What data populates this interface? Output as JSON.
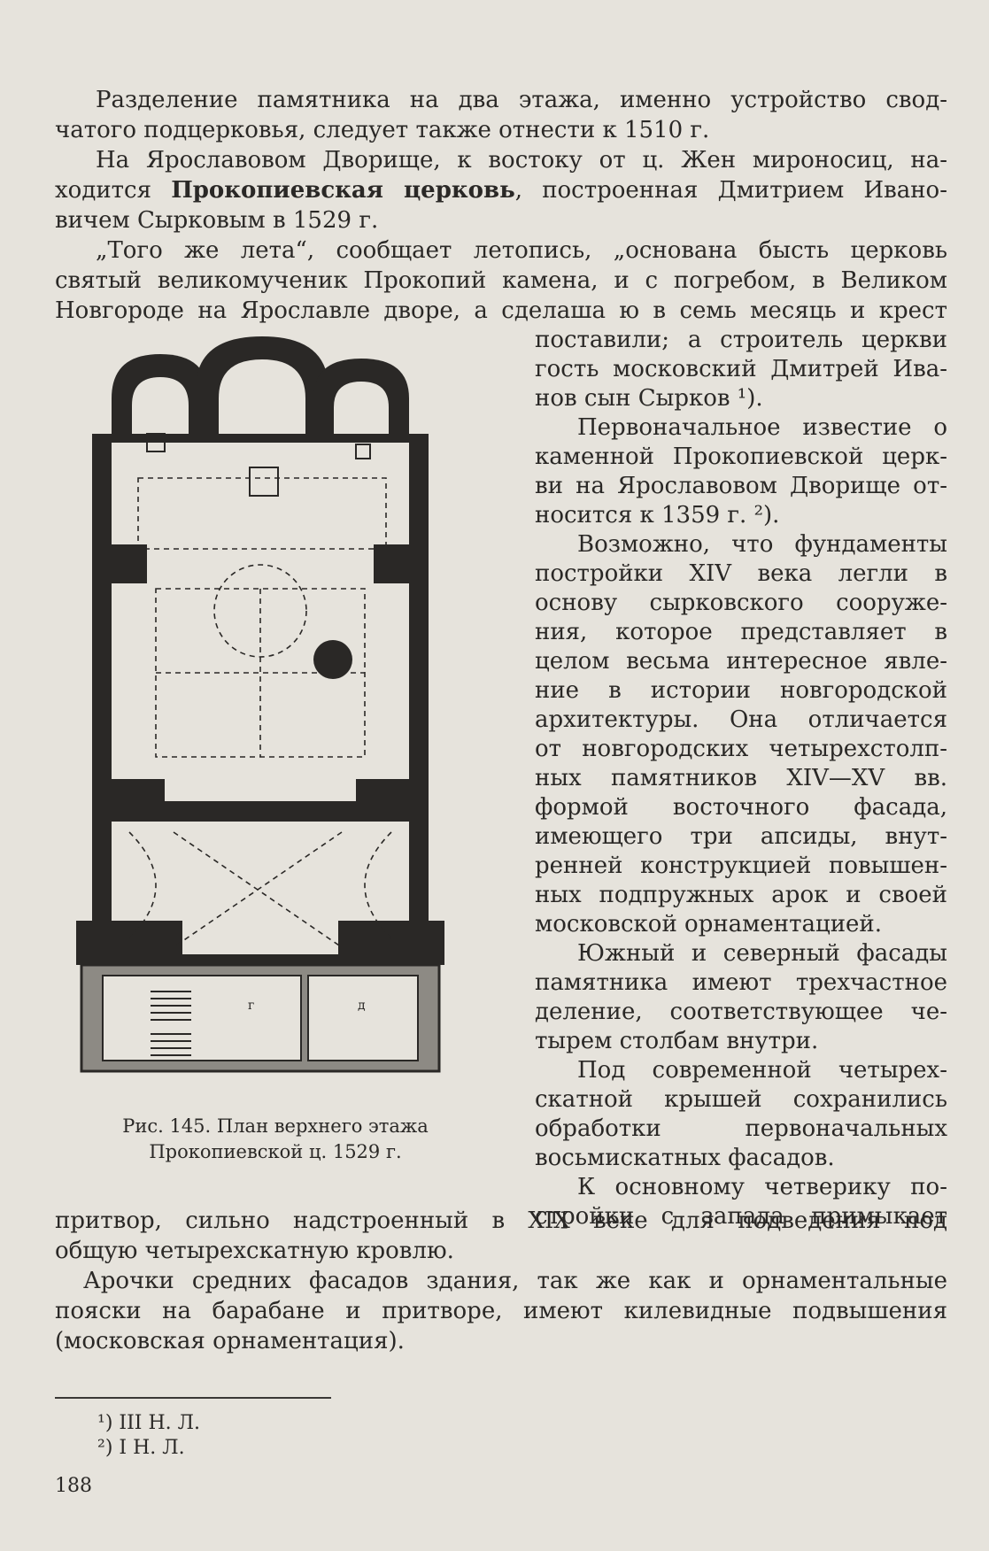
{
  "text_top": [
    "Разделение памятника на два этажа, именно устройство свод-",
    "чатого подцерковья, следует также отнести к 1510 г.",
    "На Ярославовом Дворище, к востоку от ц. Жен мироносиц, на-",
    "ходится ",
    "Прокопиевская церковь",
    ", построенная Дмитрием Ивано-",
    "вичем Сырковым в 1529 г.",
    "„Того же лета“, сообщает летопись, „основана бысть церковь",
    "святый великомученик Прокопий камена, и с погребом, в Великом",
    "Новгороде на Ярославле дворе, а сделаша ю в семь месяць и крест"
  ],
  "text_right": [
    "поставили; а строитель церкви",
    "гость московский Дмитрей Ива-",
    "нов сын Сырков ¹).",
    "Первоначальное известие о",
    "каменной Прокопиевской церк-",
    "ви на Ярославовом Дворище от-",
    "носится к 1359 г. ²).",
    "Возможно, что фундаменты",
    "постройки XIV века легли в",
    "основу сырковского сооруже-",
    "ния, которое представляет в",
    "целом весьма интересное явле-",
    "ние в истории новгородской",
    "архитектуры. Она отличается",
    "от новгородских четырехстолп-",
    "ных памятников XIV—XV вв.",
    "формой восточного фасада,",
    "имеющего три апсиды, внут-",
    "ренней конструкцией повышен-",
    "ных подпружных арок и своей",
    "московской орнаментацией.",
    "Южный и северный фасады",
    "памятника имеют трехчастное",
    "деление, соответствующее че-",
    "тырем столбам внутри.",
    "Под современной четырех-",
    "скатной крышей сохранились",
    "обработки первоначальных",
    "восьмискатных фасадов.",
    "К основному четверику по-",
    "стройки с запада примыкает"
  ],
  "text_bottom": [
    "притвор, сильно надстроенный в XIX веке для подведения под",
    "общую четырехскатную кровлю.",
    "Арочки средних фасадов здания, так же как и орнаментальные",
    "пояски на барабане и притворе, имеют килевидные подвышения",
    "(московская орнаментация)."
  ],
  "caption": {
    "line1": "Рис. 145. План верхнего этажа",
    "line2": "Прокопиевской ц. 1529 г."
  },
  "plan_labels": {
    "room_g": "г",
    "room_d": "д"
  },
  "footnotes": [
    "¹) III Н. Л.",
    "²) I Н. Л."
  ],
  "page_number": "188"
}
